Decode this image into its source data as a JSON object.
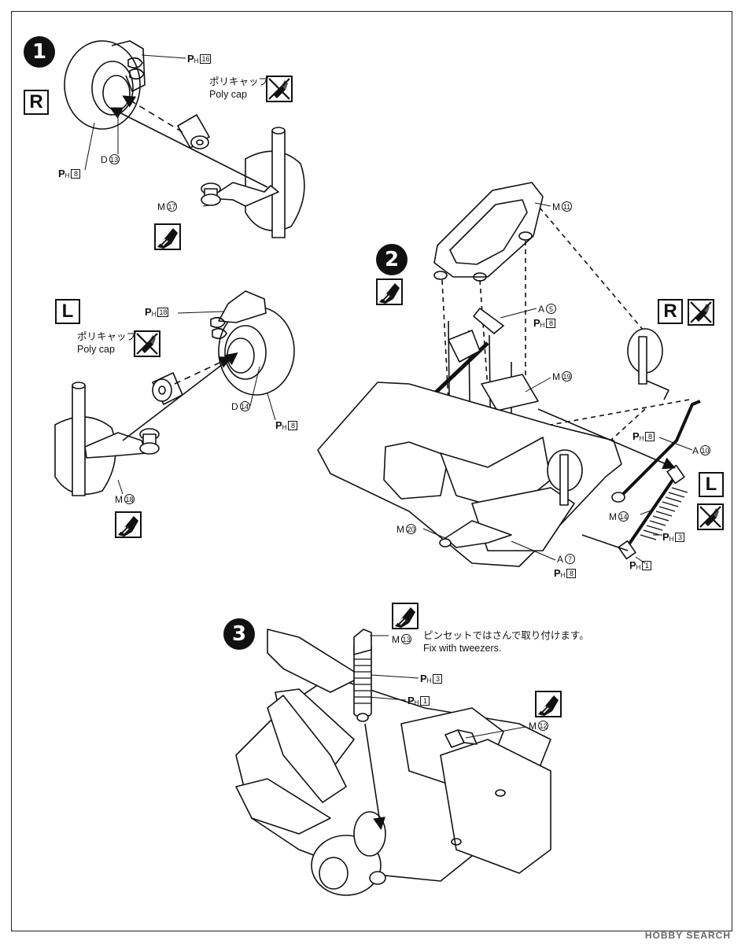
{
  "steps": [
    {
      "number": "1",
      "side": "R",
      "labels": {
        "ph16": "16",
        "ph8": "8",
        "d": "13",
        "m": "17"
      },
      "note_jp": "ポリキャップ",
      "note_en": "Poly cap"
    },
    {
      "number": "2",
      "side_r": "R",
      "side_l": "L",
      "labels": {
        "m11": "11",
        "a5": "5",
        "ph8a": "8",
        "m19": "19",
        "ph8b": "8",
        "a10": "10",
        "m14": "14",
        "ph3": "3",
        "ph1": "1",
        "m20": "20",
        "a7": "7",
        "ph8c": "8"
      }
    },
    {
      "number": "3",
      "labels": {
        "m13": "13",
        "ph3": "3",
        "ph1": "1",
        "m12": "12"
      },
      "note_jp": "ピンセットではさんで取り付けます。",
      "note_en": "Fix with tweezers."
    }
  ],
  "step1_l": {
    "side": "L",
    "labels": {
      "ph18": "18",
      "d": "14",
      "ph8": "8",
      "m": "18"
    },
    "note_jp": "ポリキャップ",
    "note_en": "Poly cap"
  },
  "letters": {
    "p": "P",
    "h": "H",
    "m": "M",
    "a": "A",
    "d": "D"
  },
  "icons": {
    "glue": "cement-icon",
    "no_glue": "no-cement-icon"
  },
  "watermark": "HOBBY SEARCH"
}
